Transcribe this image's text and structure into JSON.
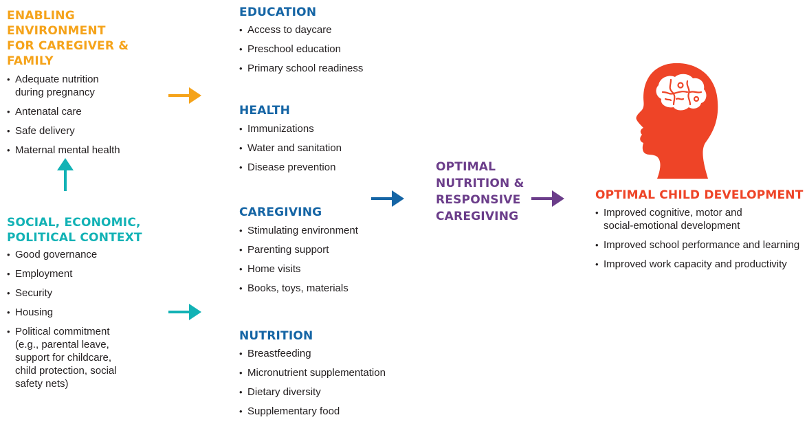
{
  "colors": {
    "orange": "#f5a31a",
    "teal": "#12b2b5",
    "blue": "#1565a5",
    "purple": "#6b3d8a",
    "red": "#ee4427"
  },
  "enabling": {
    "title": [
      "ENABLING ENVIRONMENT",
      "FOR CAREGIVER & FAMILY"
    ],
    "items": [
      [
        "Adequate nutrition",
        "during pregnancy"
      ],
      [
        "Antenatal care"
      ],
      [
        "Safe delivery"
      ],
      [
        "Maternal mental health"
      ]
    ]
  },
  "social": {
    "title": [
      "SOCIAL, ECONOMIC,",
      "POLITICAL CONTEXT"
    ],
    "items": [
      [
        "Good governance"
      ],
      [
        "Employment"
      ],
      [
        "Security"
      ],
      [
        "Housing"
      ],
      [
        "Political commitment",
        "(e.g., parental leave,",
        "support for childcare,",
        "child protection, social",
        "safety nets)"
      ]
    ]
  },
  "education": {
    "title": "EDUCATION",
    "items": [
      "Access to daycare",
      "Preschool education",
      "Primary school readiness"
    ]
  },
  "health": {
    "title": "HEALTH",
    "items": [
      "Immunizations",
      "Water and sanitation",
      "Disease prevention"
    ]
  },
  "caregiving": {
    "title": "CAREGIVING",
    "items": [
      "Stimulating environment",
      "Parenting support",
      "Home visits",
      "Books, toys, materials"
    ]
  },
  "nutrition": {
    "title": "NUTRITION",
    "items": [
      "Breastfeeding",
      "Micronutrient supplementation",
      "Dietary diversity",
      "Supplementary food"
    ]
  },
  "center": {
    "title": [
      "OPTIMAL",
      "NUTRITION &",
      "RESPONSIVE",
      "CAREGIVING"
    ]
  },
  "outcome": {
    "icon": "child-head-brain-puzzle-icon",
    "title": "OPTIMAL CHILD DEVELOPMENT",
    "items": [
      [
        "Improved cognitive, motor and",
        "social-emotional development"
      ],
      [
        "Improved school performance and learning"
      ],
      [
        "Improved work capacity and productivity"
      ]
    ]
  }
}
